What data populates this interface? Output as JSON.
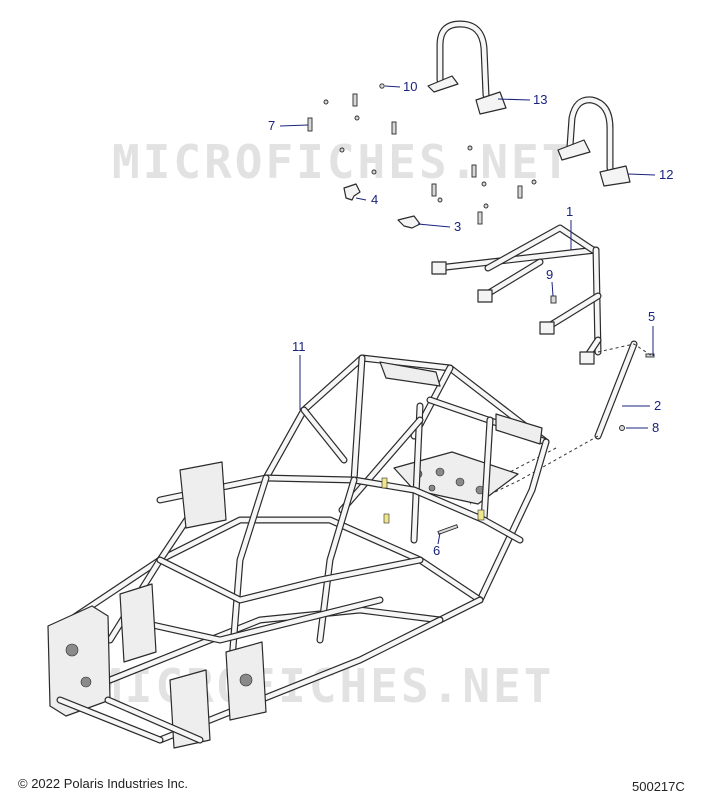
{
  "watermark": "MICROFICHES.NET",
  "copyright": "© 2022 Polaris Industries Inc.",
  "diagram_number": "500217C",
  "callouts": {
    "c1": "1",
    "c2": "2",
    "c3": "3",
    "c4": "4",
    "c5": "5",
    "c6": "6",
    "c7": "7",
    "c8": "8",
    "c9": "9",
    "c10": "10",
    "c11": "11",
    "c12": "12",
    "c13": "13"
  },
  "colors": {
    "callout": "#1a237e",
    "line_art": "#2b2b2b",
    "accent_yellow": "#f0e68c"
  }
}
